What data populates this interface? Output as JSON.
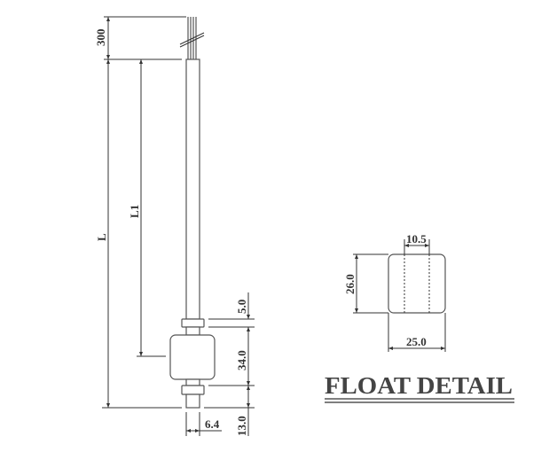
{
  "drawing": {
    "dimensions": {
      "cable_length": "300",
      "total_length": "L",
      "float_position": "L1",
      "collar_thickness": "5.0",
      "float_travel": "34.0",
      "bottom_stem": "13.0",
      "stem_diameter": "6.4"
    },
    "float_detail": {
      "title": "FLOAT DETAIL",
      "bore": "10.5",
      "height": "26.0",
      "diameter": "25.0"
    }
  }
}
